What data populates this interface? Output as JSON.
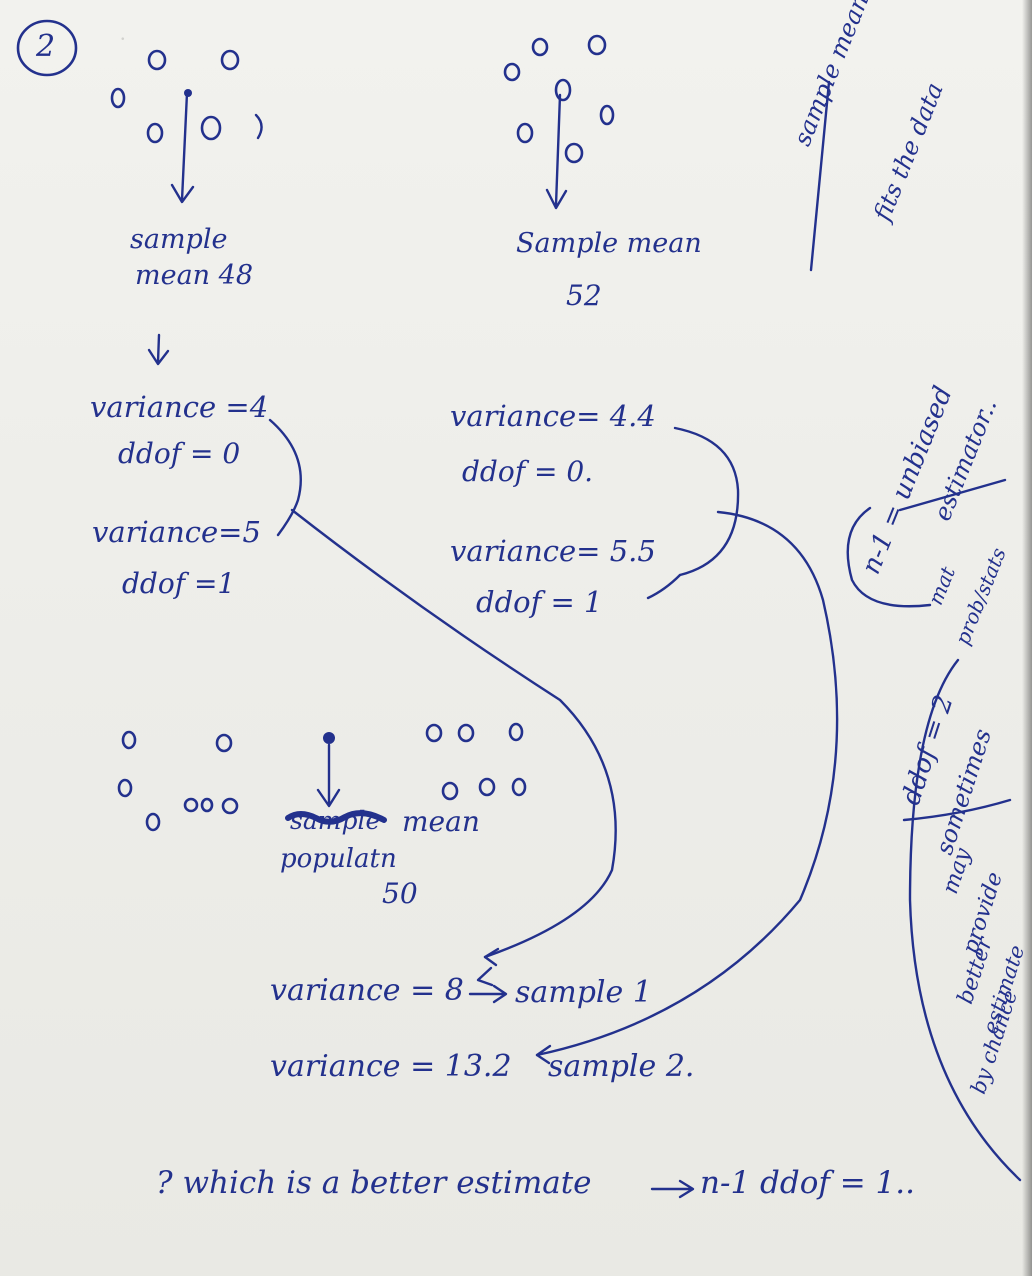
{
  "page_number": "2",
  "sample1": {
    "mean_label": "sample",
    "mean_value": "mean 48",
    "variance_ddof0": "variance =4",
    "ddof0": "ddof = 0",
    "variance_ddof1": "variance=5",
    "ddof1": "ddof =1"
  },
  "sample2": {
    "mean_label": "Sample mean",
    "mean_value": "52",
    "variance_ddof0": "variance= 4.4",
    "ddof0": "ddof = 0.",
    "variance_ddof1": "variance= 5.5",
    "ddof1": "ddof = 1"
  },
  "population": {
    "crossed": "sample",
    "word": "mean",
    "label": "populatn",
    "value": "50"
  },
  "results": {
    "row1": "variance = 8",
    "row1_ref": "sample 1",
    "row2": "variance = 13.2",
    "row2_ref": "sample 2."
  },
  "question": "? which is a better estimate",
  "answer": "n-1 ddof = 1..",
  "margin_notes": {
    "note1": "sample mean",
    "note2": "fits the data",
    "note3": "n-1 = unbiased",
    "note4": "estimator..",
    "note5": "mat",
    "note6": "prob/stats",
    "note7": "ddof = 2",
    "note8": "sometimes",
    "note9": "may",
    "note10": "provide",
    "note11": "better",
    "note12": "estimate",
    "note13": "by chance"
  },
  "ink_color": "#23318d"
}
